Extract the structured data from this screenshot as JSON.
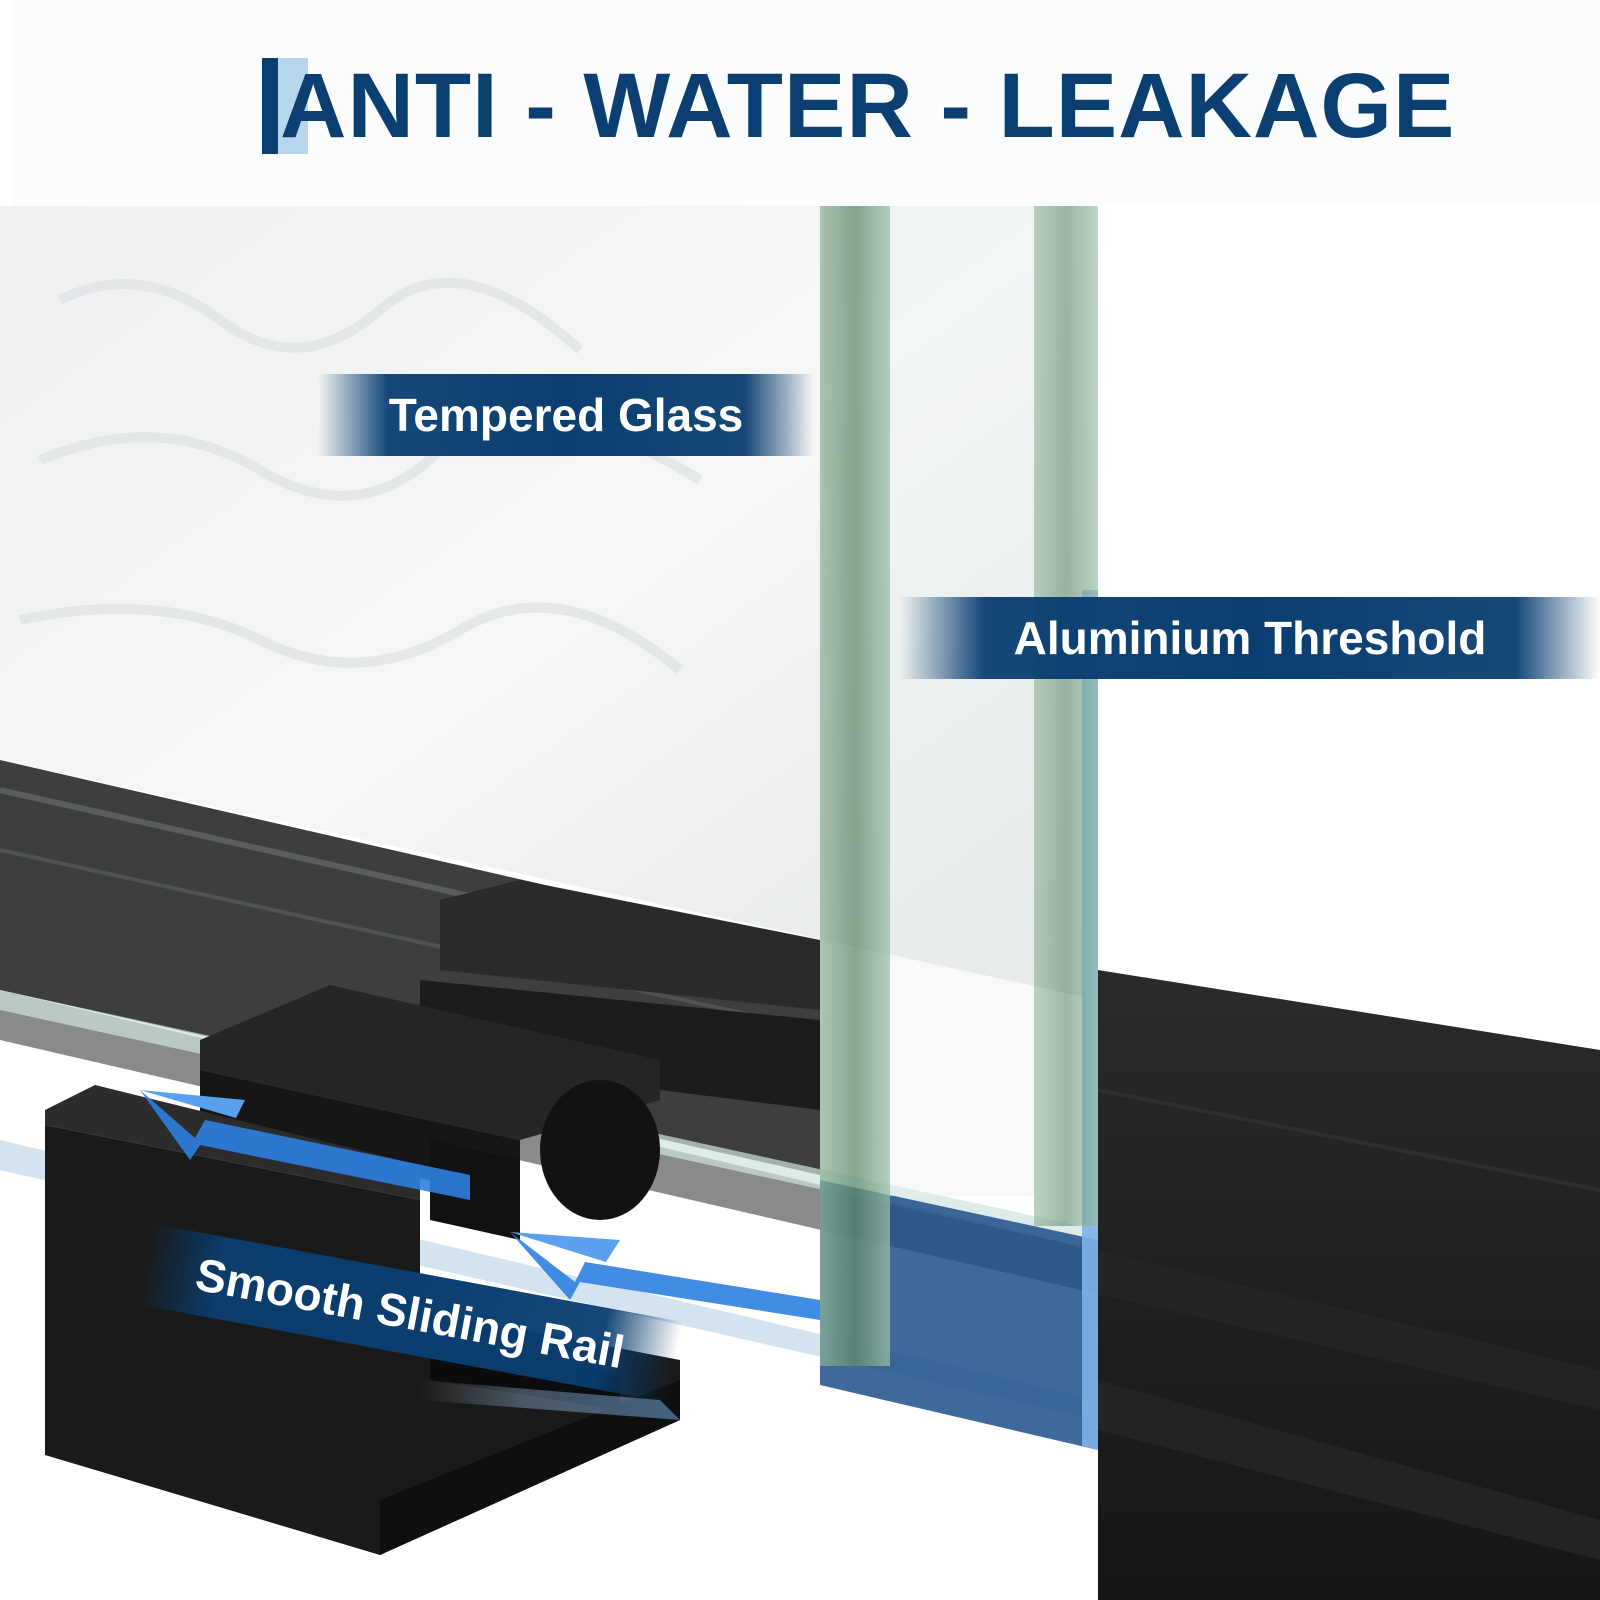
{
  "banner": {
    "title": "ANTI - WATER - LEAKAGE"
  },
  "callouts": {
    "tempered_glass": "Tempered Glass",
    "aluminium_threshold": "Aluminium Threshold",
    "smooth_sliding_rail": "Smooth Sliding Rail"
  },
  "colors": {
    "title_blue": "#0b3f72",
    "accent_light_blue": "#b7d6ee",
    "label_blue": "#0a3e70",
    "arrow_blue": "#2f7fe0",
    "frame_black": "#1c1c1c",
    "glass_green": "#6f9a7a"
  },
  "icons": {
    "sliding_direction": "arrow-left-icon"
  }
}
